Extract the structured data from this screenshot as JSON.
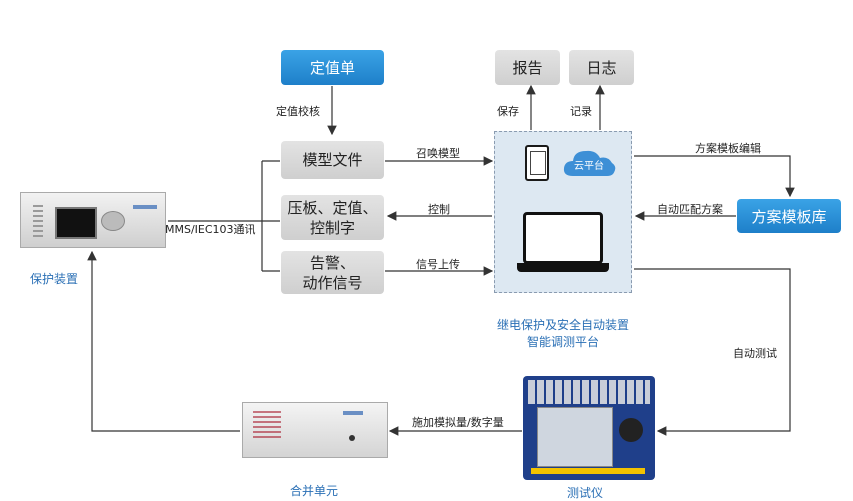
{
  "nodes": {
    "settings_sheet": "定值单",
    "report": "报告",
    "log": "日志",
    "model_file": "模型文件",
    "plate_setting": "压板、定值、\n控制字",
    "alarm_signal": "告警、\n动作信号",
    "template_library": "方案模板库",
    "protection_device": "保护装置",
    "merging_unit": "合并单元",
    "tester": "测试仪",
    "platform": "继电保护及安全自动装置\n智能调测平台",
    "cloud": "云平台"
  },
  "edge_labels": {
    "settings_check": "定值校核",
    "save": "保存",
    "record": "记录",
    "call_model": "召唤模型",
    "control": "控制",
    "signal_upload": "信号上传",
    "template_edit": "方案模板编辑",
    "auto_match": "自动匹配方案",
    "mms": "MMS/IEC103通讯",
    "auto_test": "自动测试",
    "apply_quantity": "施加模拟量/数字量"
  },
  "colors": {
    "accent_blue": "#1e7fc9",
    "arrow": "#333333",
    "grey_box": "#d6d6d6",
    "platform_bg": "#dde8f2"
  }
}
